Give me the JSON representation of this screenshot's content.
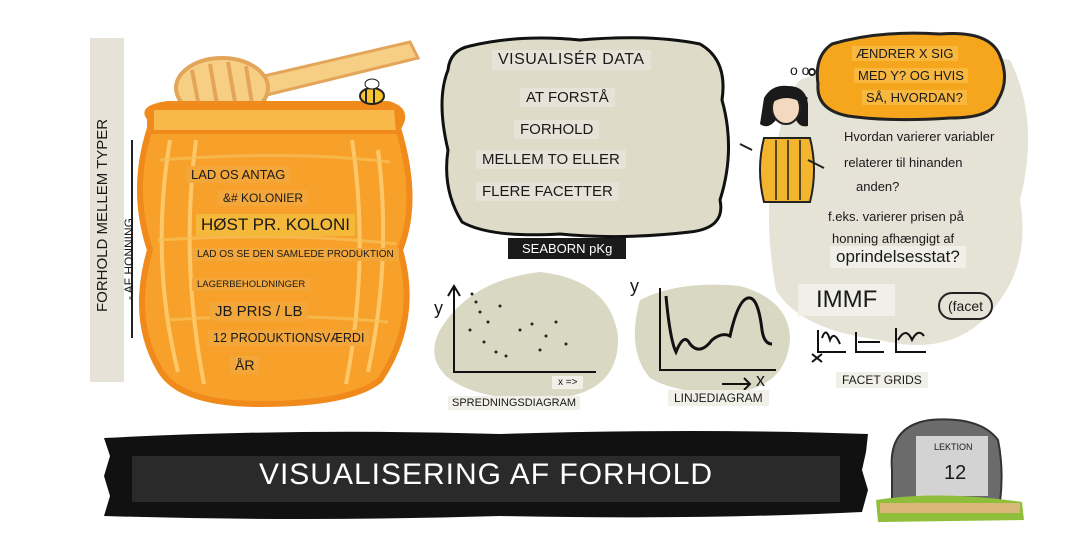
{
  "left_column": {
    "title": "FORHOLD MELLEM TYPER",
    "subtitle": "- AF HONNING"
  },
  "honey_jar": {
    "lines": [
      "LAD OS ANTAG",
      "&# KOLONIER",
      "HØST PR. KOLONI",
      "LAD OS SE DEN SAMLEDE PRODUKTION",
      "LAGERBEHOLDNINGER",
      "JB PRIS / LB",
      "12 PRODUKTIONSVÆRDI",
      "ÅR"
    ]
  },
  "cloud": {
    "lines": [
      "VISUALISÉR DATA",
      "AT FORSTÅ",
      "FORHOLD",
      "MELLEM TO ELLER",
      "FLERE FACETTER"
    ]
  },
  "seaborn_label": "SEABORN pKg",
  "thought_bubble": {
    "lines": [
      "ÆNDRER X SIG",
      "MED Y? OG HVIS",
      "SÅ, HVORDAN?"
    ],
    "sound": "o o"
  },
  "right_notes": {
    "lines": [
      "Hvordan varierer variabler",
      "relaterer til hinanden",
      "anden?",
      "f.eks. varierer prisen på",
      "honning afhængigt af",
      "oprindelsesstat?"
    ]
  },
  "immf": {
    "label": "IMMF",
    "facet": "(facet",
    "caption": "FACET GRIDS"
  },
  "scatter": {
    "caption": "SPREDNINGSDIAGRAM",
    "y_label": "y",
    "x_label": "x =>"
  },
  "line": {
    "caption": "LINJEDIAGRAM",
    "y_label": "y",
    "x_label": "x"
  },
  "banner": {
    "title": "VISUALISERING AF FORHOLD"
  },
  "lesson": {
    "label": "LEKTION",
    "number": "12"
  }
}
